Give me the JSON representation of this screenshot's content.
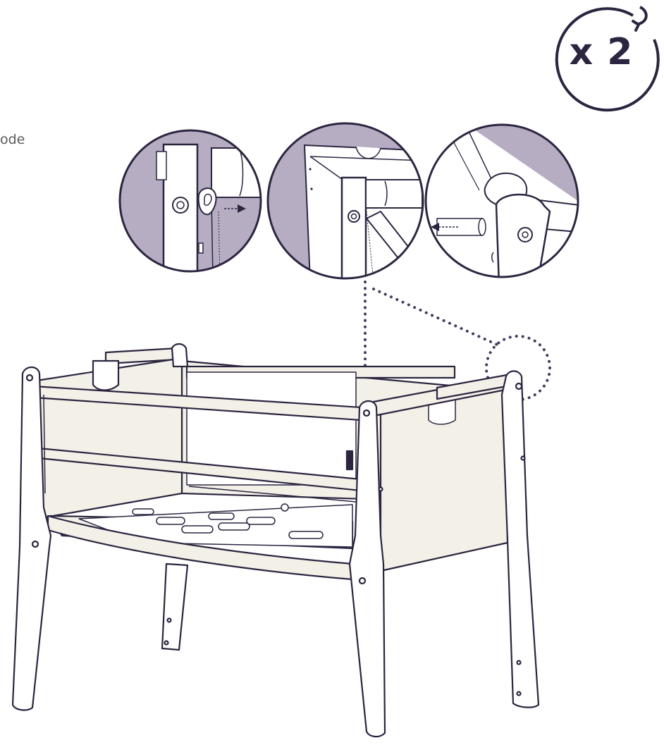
{
  "edge_text": "ode",
  "repeat_badge": {
    "label": "x 2",
    "icon": "rotate-arrow-icon"
  },
  "colors": {
    "outline": "#2c2540",
    "callout_fill": "#b6adc3",
    "fabric": "#f3f0e8",
    "dotted_leader": "#443a5c"
  },
  "callouts": [
    {
      "name": "detail-circle-left",
      "icon": "insert-arrow-right"
    },
    {
      "name": "detail-circle-middle",
      "icon": "bolt-inserted"
    },
    {
      "name": "detail-circle-right",
      "icon": "insert-arrow-left"
    }
  ]
}
